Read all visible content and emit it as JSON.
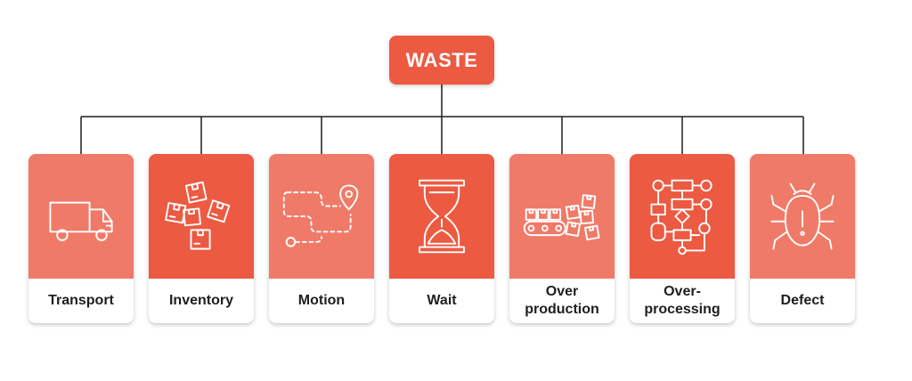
{
  "root": {
    "label": "WASTE"
  },
  "categories": [
    {
      "label": "Transport",
      "icon": "truck-icon"
    },
    {
      "label": "Inventory",
      "icon": "boxes-icon"
    },
    {
      "label": "Motion",
      "icon": "route-pin-icon"
    },
    {
      "label": "Wait",
      "icon": "hourglass-icon"
    },
    {
      "label": "Over\nproduction",
      "icon": "conveyor-boxes-icon"
    },
    {
      "label": "Over-\nprocessing",
      "icon": "flowchart-icon"
    },
    {
      "label": "Defect",
      "icon": "bug-icon"
    }
  ],
  "colors": {
    "accent": "#ec5a42",
    "accent_light": "#f07a68",
    "line": "#1e1e1e",
    "text": "#1e1e1e"
  }
}
